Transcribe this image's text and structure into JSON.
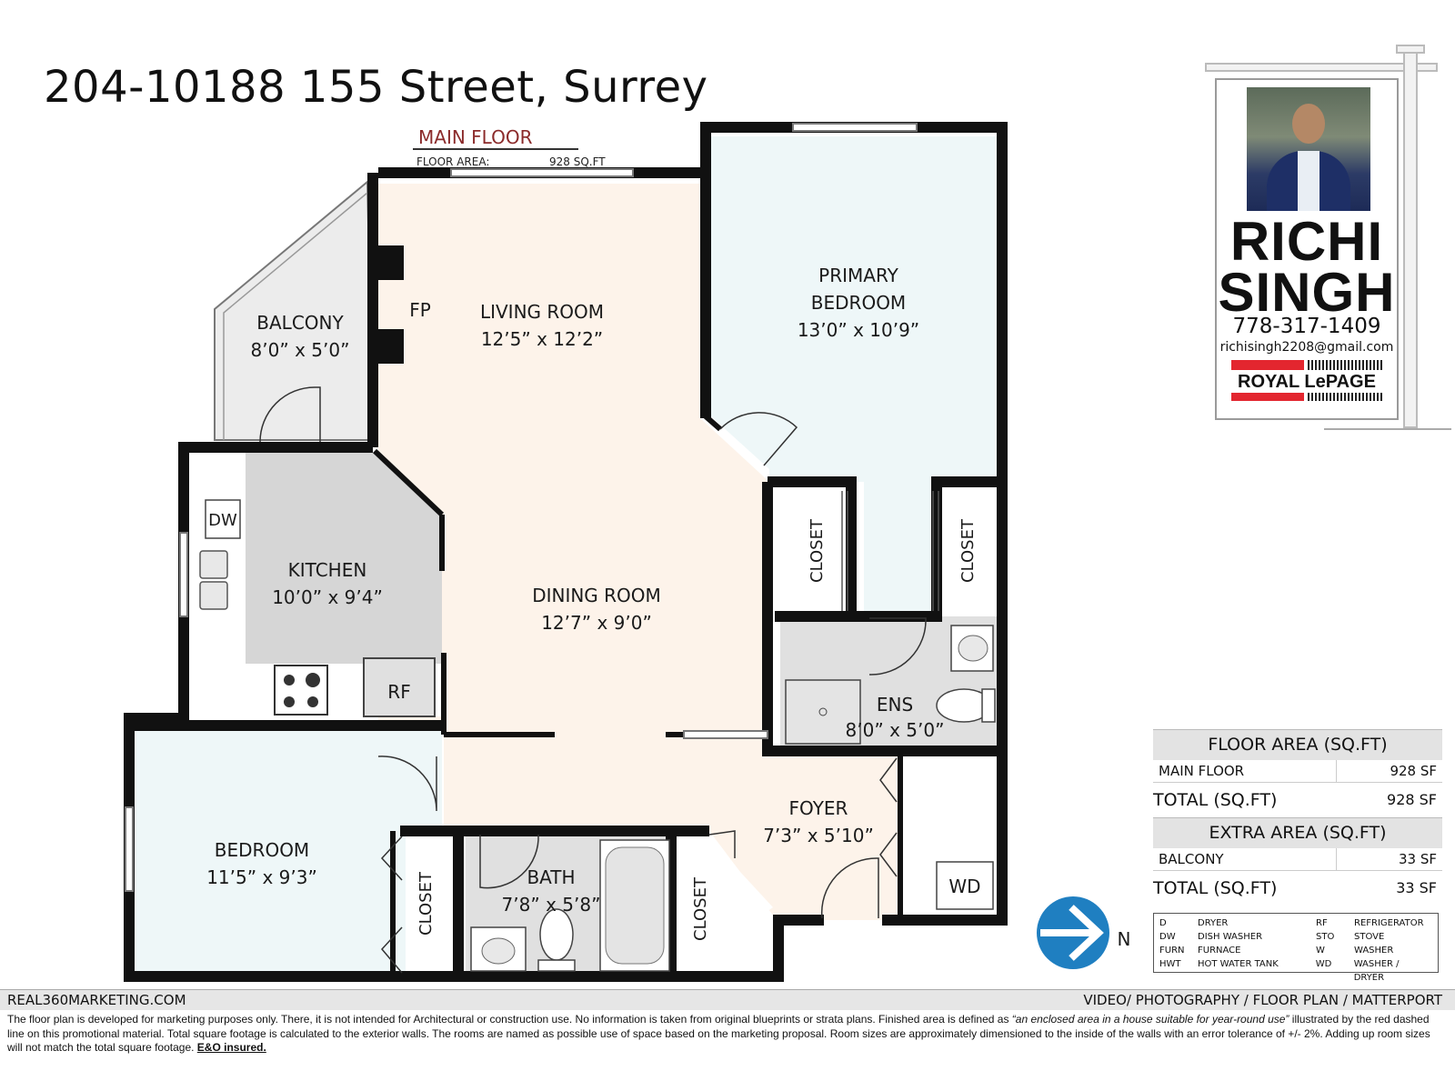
{
  "title": "204-10188 155 Street, Surrey",
  "floor": {
    "label": "MAIN FLOOR",
    "area_label": "FLOOR AREA:",
    "area_value": "928 SQ.FT"
  },
  "rooms": {
    "balcony": {
      "name": "BALCONY",
      "dims": "8’0” x 5’0”"
    },
    "fp": "FP",
    "living": {
      "name": "LIVING ROOM",
      "dims": "12’5” x 12’2”"
    },
    "primary": {
      "name1": "PRIMARY",
      "name2": "BEDROOM",
      "dims": "13’0” x 10’9”"
    },
    "kitchen": {
      "name": "KITCHEN",
      "dims": "10’0” x 9’4”"
    },
    "dining": {
      "name": "DINING ROOM",
      "dims": "12’7” x 9’0”"
    },
    "closet": "CLOSET",
    "ens": {
      "name": "ENS",
      "dims": "8’0” x 5’0”"
    },
    "bedroom": {
      "name": "BEDROOM",
      "dims": "11’5” x 9’3”"
    },
    "bath": {
      "name": "BATH",
      "dims": "7’8” x 5’8”"
    },
    "foyer": {
      "name": "FOYER",
      "dims": "7’3” x 5’10”"
    },
    "dw": "DW",
    "rf": "RF",
    "wd": "WD"
  },
  "compass": "N",
  "agent": {
    "first": "RICHI",
    "last": "SINGH",
    "phone": "778-317-1409",
    "email": "richisingh2208@gmail.com",
    "brokerage": "ROYAL LePAGE"
  },
  "area_table": {
    "floor_header": "FLOOR AREA (SQ.FT)",
    "floor_rows": [
      {
        "label": "MAIN FLOOR",
        "value": "928 SF"
      }
    ],
    "floor_total_label": "TOTAL (SQ.FT)",
    "floor_total_value": "928 SF",
    "extra_header": "EXTRA AREA (SQ.FT)",
    "extra_rows": [
      {
        "label": "BALCONY",
        "value": "33 SF"
      }
    ],
    "extra_total_label": "TOTAL (SQ.FT)",
    "extra_total_value": "33 SF"
  },
  "legend": [
    {
      "a": "D",
      "b": "DRYER",
      "c": "RF",
      "d": "REFRIGERATOR"
    },
    {
      "a": "DW",
      "b": "DISH WASHER",
      "c": "STO",
      "d": "STOVE"
    },
    {
      "a": "FURN",
      "b": "FURNACE",
      "c": "W",
      "d": "WASHER"
    },
    {
      "a": "HWT",
      "b": "HOT WATER TANK",
      "c": "WD",
      "d": "WASHER / DRYER"
    }
  ],
  "footer": {
    "left": "REAL360MARKETING.COM",
    "right": "VIDEO/ PHOTOGRAPHY / FLOOR PLAN / MATTERPORT",
    "disclaimer_1": "The floor plan is developed for marketing purposes only. There, it is not intended for Architectural or construction use. No information is  taken from original blueprints or strata plans. Finished area is defined as ",
    "disclaimer_italic": "“an enclosed area in a house suitable for year-round use”",
    "disclaimer_2": " illustrated by the red dashed line on this promotional material. Total square footage is calculated to the exterior walls. The rooms are named as possible use of space based on the marketing proposal. Room sizes are approximately dimensioned to the inside of the walls with an error tolerance of +/- 2%. Adding up room sizes will not match the total square footage. ",
    "disclaimer_bold": "E&O insured."
  },
  "colors": {
    "living_fill": "#fdf3ea",
    "bedroom_fill": "#eef7f8",
    "kitchen_fill": "#d6d6d6",
    "balcony_fill": "#ececec",
    "wall": "#111111",
    "compass": "#1f7fc1",
    "brand_red": "#e3262f",
    "title_red": "#8b2b2b"
  }
}
